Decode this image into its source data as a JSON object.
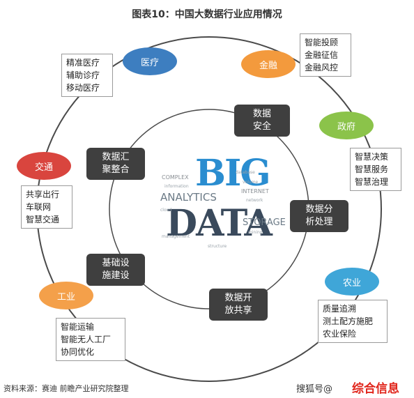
{
  "title": "图表10：中国大数据行业应用情况",
  "center_words": {
    "big": "BIG",
    "data": "DATA",
    "analytics": "ANALYTICS",
    "storage": "STORAGE",
    "complex": "COMPLEX",
    "internet": "INTERNET",
    "small": [
      "information",
      "volume",
      "network",
      "cloud",
      "mining",
      "structure",
      "management",
      "database"
    ]
  },
  "domains": [
    {
      "label": "医疗",
      "color": "#3d7ec0",
      "apps": [
        "精准医疗",
        "辅助诊疗",
        "移动医疗"
      ]
    },
    {
      "label": "金融",
      "color": "#f39a3d",
      "apps": [
        "智能投顾",
        "金融征信",
        "金融风控"
      ]
    },
    {
      "label": "政府",
      "color": "#8bc34a",
      "apps": [
        "智慧决策",
        "智慧服务",
        "智慧治理"
      ]
    },
    {
      "label": "农业",
      "color": "#3fa6d8",
      "apps": [
        "质量追溯",
        "测土配方施肥",
        "农业保险"
      ]
    },
    {
      "label": "工业",
      "color": "#f4a04a",
      "apps": [
        "智能运输",
        "智能无人工厂",
        "协同优化"
      ]
    },
    {
      "label": "交通",
      "color": "#d9453e",
      "apps": [
        "共享出行",
        "车联网",
        "智慧交通"
      ]
    }
  ],
  "stages": [
    {
      "label": "数据\n安全"
    },
    {
      "label": "数据分\n析处理"
    },
    {
      "label": "数据开\n放共享"
    },
    {
      "label": "基础设\n施建设"
    },
    {
      "label": "数据汇\n聚整合"
    }
  ],
  "source": "资料来源：赛迪 前瞻产业研究院整理",
  "watermark": {
    "prefix": "搜狐号@",
    "brand": "综合信息"
  }
}
